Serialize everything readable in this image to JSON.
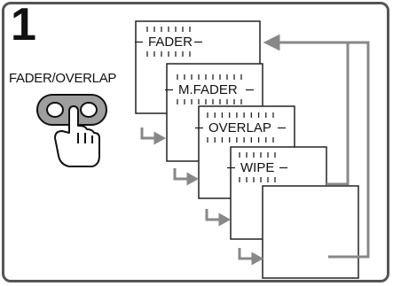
{
  "step": {
    "number": "1"
  },
  "button": {
    "label": "FADER/OVERLAP"
  },
  "screens": [
    {
      "label": "FADER"
    },
    {
      "label": "M.FADER"
    },
    {
      "label": "OVERLAP"
    },
    {
      "label": "WIPE"
    },
    {
      "label": ""
    }
  ],
  "colors": {
    "line": "#222222",
    "frame": "#555555",
    "arrow": "#888888"
  }
}
